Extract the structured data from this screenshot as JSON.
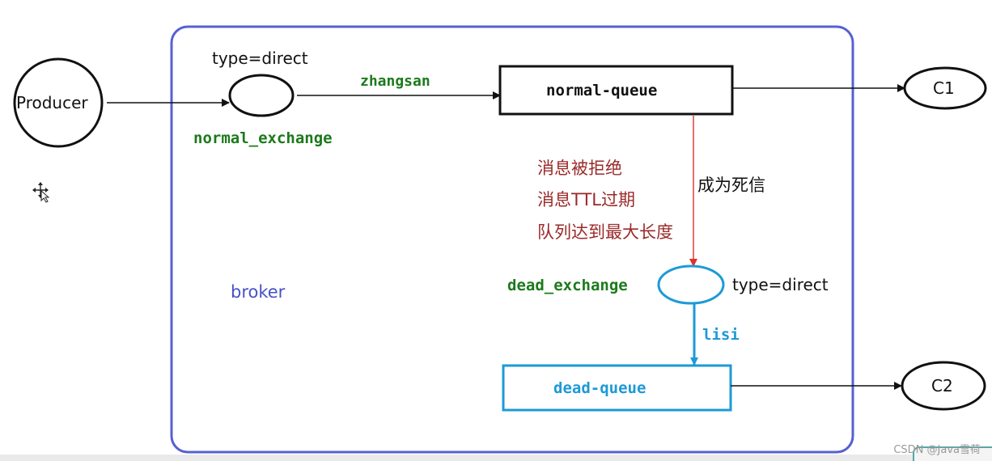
{
  "producer": "Producer",
  "normal_exchange": {
    "name": "normal_exchange",
    "type_label": "type=direct",
    "routing_key": "zhangsan"
  },
  "normal_queue": "normal-queue",
  "consumers": {
    "c1": "C1",
    "c2": "C2"
  },
  "dead_letter_reasons": [
    "消息被拒绝",
    "消息TTL过期",
    "队列达到最大长度"
  ],
  "becomes_dead": "成为死信",
  "dead_exchange": {
    "name": "dead_exchange",
    "type_label": "type=direct",
    "routing_key": "lisi"
  },
  "dead_queue": "dead-queue",
  "broker_label": "broker",
  "watermark": "CSDN @Java雪荷",
  "colors": {
    "broker_border": "#5561d1",
    "broker_text": "#4652c8",
    "green_text": "#1c7a1c",
    "dead_path": "#1d9ad6",
    "dead_letter_arrow": "#e0312a",
    "reason_text": "#9a2a2a"
  }
}
